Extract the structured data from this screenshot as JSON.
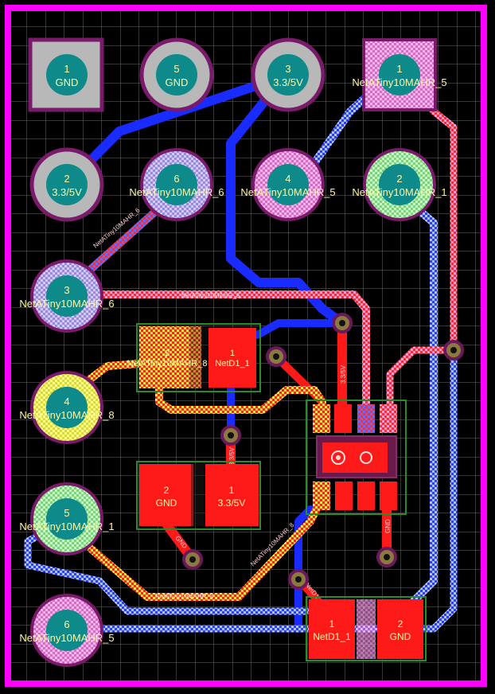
{
  "colors": {
    "background": "#000000",
    "grid": "#6a6a6a",
    "board_outline": "#ff00ff",
    "top_copper": "#ff1a1a",
    "bottom_copper": "#1a2bff",
    "pad_teal": "#0e8a8a",
    "pad_ring_purple": "#7a1a6a",
    "silkscreen_green": "#2b8a2b",
    "label": "#ffe600"
  },
  "header_pins": [
    {
      "num": "1",
      "net": "GND"
    },
    {
      "num": "5",
      "net": "GND"
    },
    {
      "num": "3",
      "net": "3.3/5V"
    },
    {
      "num": "1",
      "net": "NetATiny10MAHR_5"
    },
    {
      "num": "2",
      "net": "3.3/5V"
    },
    {
      "num": "6",
      "net": "NetATiny10MAHR_6"
    },
    {
      "num": "4",
      "net": "NetATiny10MAHR_5"
    },
    {
      "num": "2",
      "net": "NetATiny10MAHR_1"
    },
    {
      "num": "3",
      "net": "NetATiny10MAHR_6"
    },
    {
      "num": "4",
      "net": "NetATiny10MAHR_8"
    },
    {
      "num": "5",
      "net": "NetATiny10MAHR_1"
    },
    {
      "num": "6",
      "net": "NetATiny10MAHR_5"
    }
  ],
  "smd_pads": [
    {
      "num": "2",
      "net": "NetATiny10MAHR_8"
    },
    {
      "num": "1",
      "net": "NetD1_1"
    },
    {
      "num": "2",
      "net": "GND"
    },
    {
      "num": "1",
      "net": "3.3/5V"
    },
    {
      "num": "1",
      "net": "NetD1_1"
    },
    {
      "num": "2",
      "net": "GND"
    }
  ],
  "trace_labels": {
    "t1": "NetATiny10MAHR_6",
    "t2": "NetATiny10MAHR_6",
    "t3": "3.3/5V",
    "t4": "GND",
    "t5": "3.3/5V",
    "t6": "GND",
    "t7": "NetD1_1",
    "t8": "NetATiny10MAHR_8",
    "t9": "NetATiny10MAHR_8"
  }
}
